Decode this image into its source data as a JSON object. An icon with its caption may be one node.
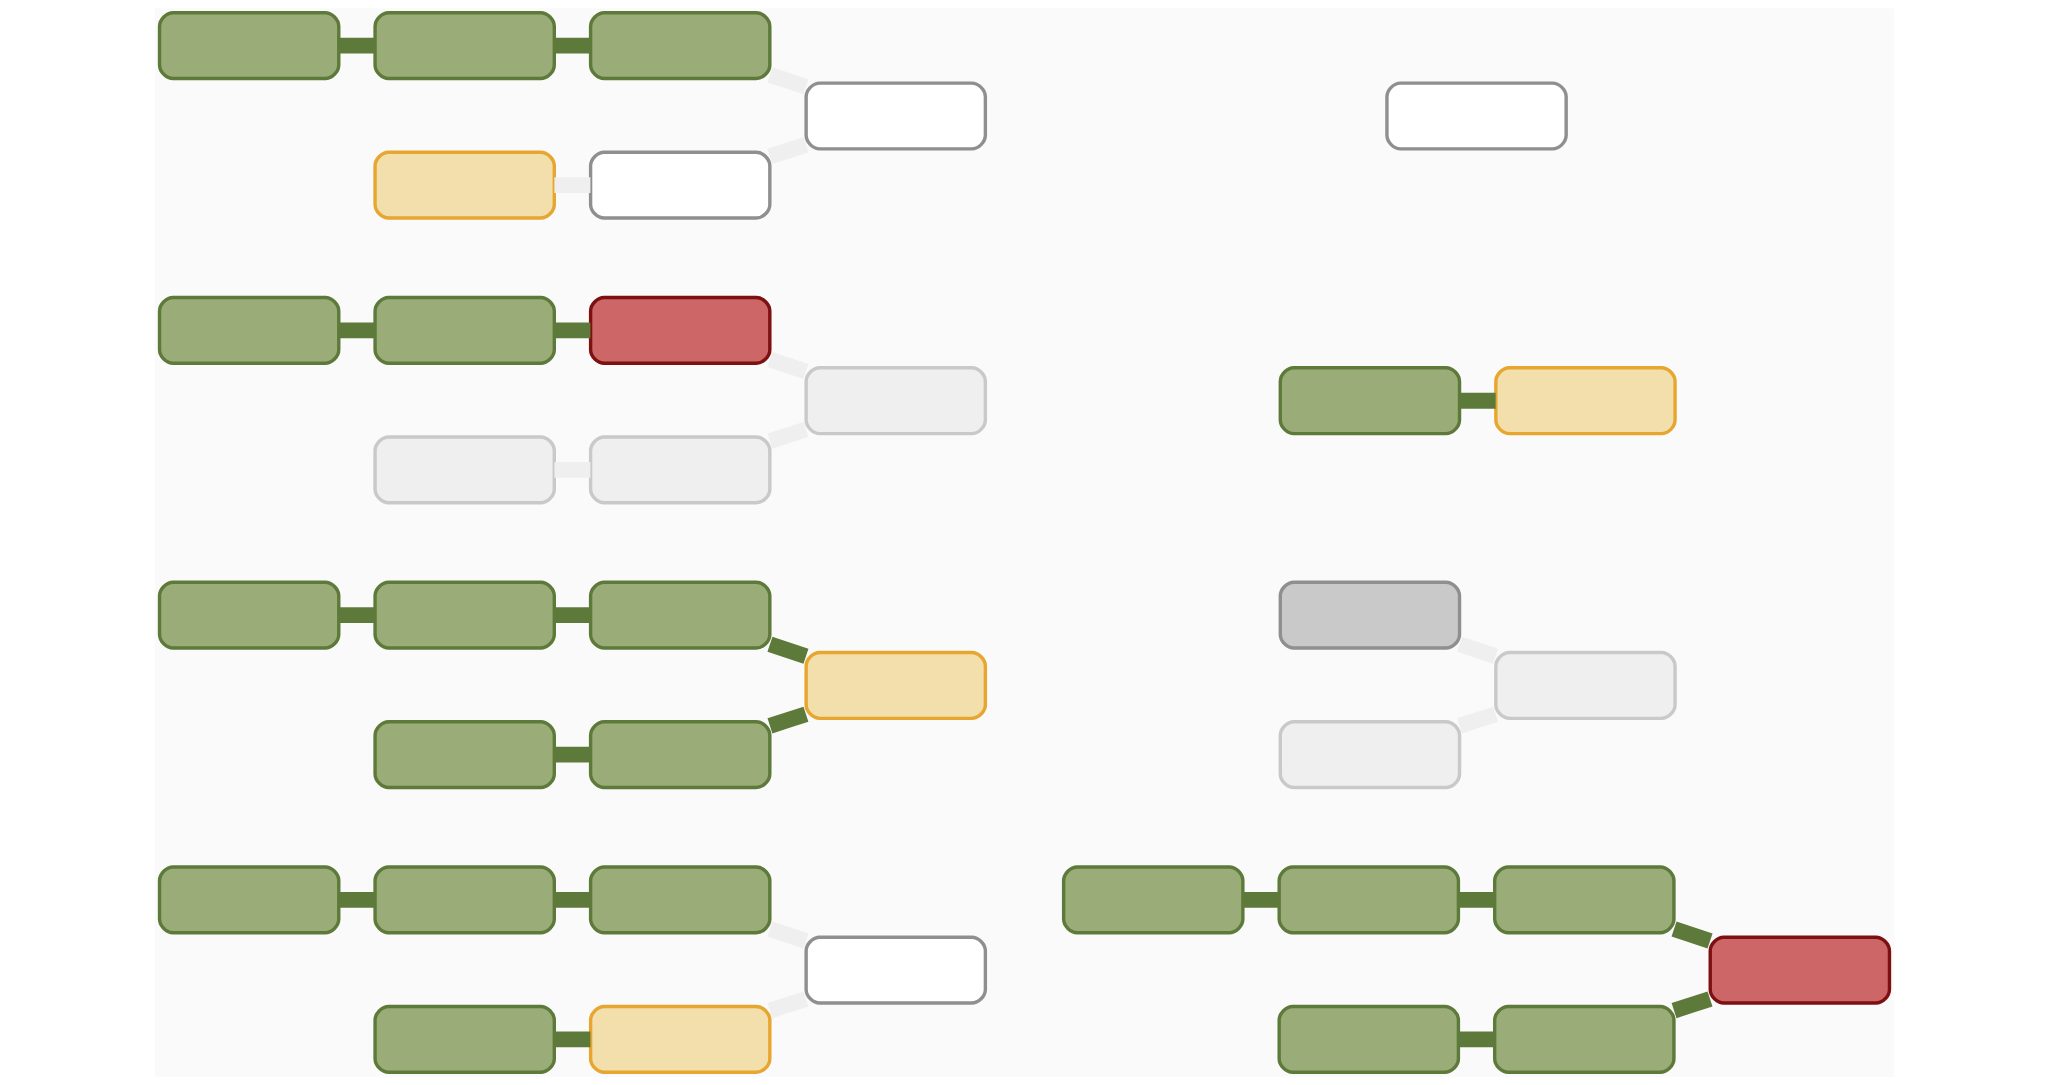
{
  "diagram": {
    "nodes": [
      {
        "text": [],
        "shape": "box"
      },
      {
        "text": [],
        "shape": "box"
      },
      {
        "text": [],
        "shape": "box"
      },
      {
        "text": [],
        "shape": "box"
      },
      {
        "text": [],
        "shape": "box"
      },
      {
        "text": [],
        "shape": "box"
      },
      {
        "text": [],
        "shape": "box"
      },
      {
        "text": [],
        "shape": "box"
      },
      {
        "text": [],
        "shape": "box"
      },
      {
        "text": [],
        "shape": "box"
      },
      {
        "text": [],
        "shape": "box"
      },
      {
        "text": [],
        "shape": "box"
      },
      {
        "text": [],
        "shape": "box"
      },
      {
        "text": [],
        "shape": "box"
      },
      {
        "text": [],
        "shape": "box"
      },
      {
        "text": [],
        "shape": "box"
      },
      {
        "text": [],
        "shape": "box"
      },
      {
        "text": [],
        "shape": "box"
      },
      {
        "text": [],
        "shape": "box"
      },
      {
        "text": [],
        "shape": "box"
      },
      {
        "text": [],
        "shape": "box"
      },
      {
        "text": [],
        "shape": "box"
      },
      {
        "text": [],
        "shape": "box"
      },
      {
        "text": [],
        "shape": "box"
      },
      {
        "text": [],
        "shape": "box"
      },
      {
        "text": [],
        "shape": "box"
      },
      {
        "text": [],
        "shape": "box"
      },
      {
        "text": [],
        "shape": "box"
      },
      {
        "text": [],
        "shape": "box"
      },
      {
        "text": [],
        "shape": "box"
      },
      {
        "text": [],
        "shape": "box"
      },
      {
        "text": [],
        "shape": "box"
      },
      {
        "text": [],
        "shape": "box"
      },
      {
        "text": [],
        "shape": "box"
      },
      {
        "text": [],
        "shape": "box"
      },
      {
        "text": [],
        "shape": "box"
      }
    ],
    "edges": [
      {
        "from": 0,
        "to": 1,
        "arrow": "none"
      },
      {
        "from": 1,
        "to": 2,
        "arrow": "none"
      },
      {
        "from": 2,
        "to": 6,
        "arrow": "none",
        "color": "#efefef"
      },
      {
        "from": 8,
        "to": 9,
        "arrow": "none"
      },
      {
        "from": 9,
        "to": 6,
        "arrow": "none",
        "color": "#efefef"
      },
      {
        "from": 3,
        "to": 4,
        "arrow": "none"
      },
      {
        "from": 4,
        "to": 5,
        "arrow": "none"
      },
      {
        "from": 5,
        "to": 7,
        "arrow": "none"
      },
      {
        "from": 10,
        "to": 11,
        "arrow": "none"
      },
      {
        "from": 11,
        "to": 7,
        "arrow": "none"
      },
      {
        "from": 12,
        "to": 18,
        "arrow": "none",
        "color": "#efefef"
      },
      {
        "from": 20,
        "to": 18,
        "arrow": "none",
        "color": "#efefef"
      },
      {
        "from": 13,
        "to": 14,
        "arrow": "none"
      },
      {
        "from": 14,
        "to": 15,
        "arrow": "none"
      },
      {
        "from": 15,
        "to": 19,
        "arrow": "none",
        "color": "#efefef"
      },
      {
        "from": 21,
        "to": 22,
        "arrow": "none",
        "color": "#efefef"
      },
      {
        "from": 22,
        "to": 19,
        "arrow": "none",
        "color": "#efefef"
      },
      {
        "from": 16,
        "to": 17,
        "arrow": "none"
      },
      {
        "from": 24,
        "to": 25,
        "arrow": "none"
      },
      {
        "from": 25,
        "to": 26,
        "arrow": "none"
      },
      {
        "from": 26,
        "to": 30,
        "arrow": "none",
        "color": "#efefef"
      },
      {
        "from": 32,
        "to": 33,
        "arrow": "none",
        "color": "#efefef"
      },
      {
        "from": 33,
        "to": 30,
        "arrow": "none",
        "color": "#efefef"
      },
      {
        "from": 27,
        "to": 28,
        "arrow": "none"
      },
      {
        "from": 28,
        "to": 29,
        "arrow": "none"
      },
      {
        "from": 29,
        "to": 31,
        "arrow": "none"
      },
      {
        "from": 34,
        "to": 35,
        "arrow": "none"
      },
      {
        "from": 35,
        "to": 31,
        "arrow": "none"
      }
    ]
  }
}
